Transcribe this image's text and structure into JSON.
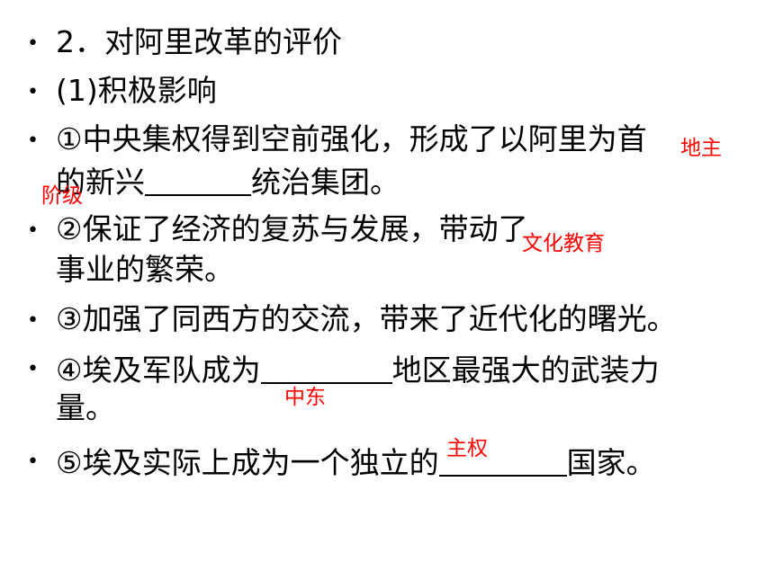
{
  "items": [
    {
      "lines": [
        "2．对阿里改革的评价"
      ]
    },
    {
      "lines": [
        "(1)积极影响"
      ]
    },
    {
      "lines": [
        "①中央集权得到空前强化，形成了以阿里为首",
        "的新兴",
        "统治集团。"
      ]
    },
    {
      "lines": [
        "②保证了经济的复苏与发展，带动了",
        "事业的繁荣。"
      ]
    },
    {
      "lines": [
        "③加强了同西方的交流，带来了近代化的曙光。"
      ]
    },
    {
      "lines": [
        "④埃及军队成为",
        "地区最强大的武装力",
        "量。"
      ]
    },
    {
      "lines": [
        "⑤埃及实际上成为一个独立的",
        "国家。"
      ]
    }
  ],
  "answers": {
    "dizhu": "地主",
    "jieji": "阶级",
    "wenhua": "文化教育",
    "zhongdong": "中东",
    "zhuquan": "主权"
  },
  "colors": {
    "text": "#000000",
    "answer": "#ff0000",
    "background": "#ffffff"
  }
}
